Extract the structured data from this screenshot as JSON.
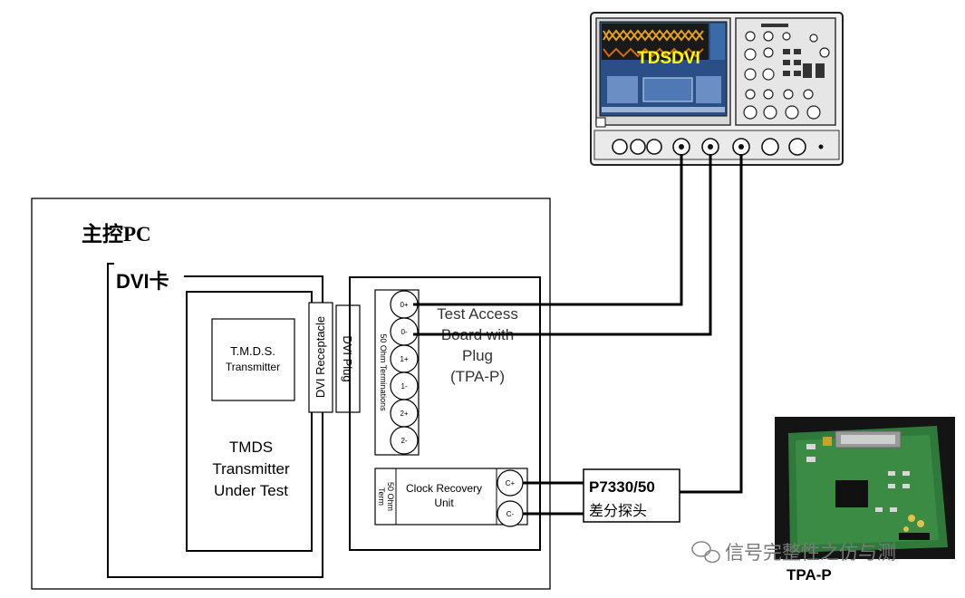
{
  "pc": {
    "title": "主控PC"
  },
  "dvi_card": {
    "label": "DVI卡"
  },
  "tmds_transmitter": {
    "line1": "T.M.D.S.",
    "line2": "Transmitter"
  },
  "tmds_under_test": {
    "line1": "TMDS",
    "line2": "Transmitter",
    "line3": "Under Test"
  },
  "dvi_receptacle": {
    "label": "DVI Receptacle"
  },
  "dvi_plug": {
    "label": "DVI Plug"
  },
  "terminations": {
    "label": "50 Ohm Terminations",
    "pins": [
      "0+",
      "0-",
      "1+",
      "1-",
      "2+",
      "2-"
    ]
  },
  "tpa_board": {
    "line1": "Test Access",
    "line2": "Board with",
    "line3": "Plug",
    "line4": "(TPA-P)"
  },
  "clock_recovery": {
    "term_label1": "50 Ohm",
    "term_label2": "Term",
    "line1": "Clock Recovery",
    "line2": "Unit",
    "pins": [
      "C+",
      "C-"
    ]
  },
  "probe": {
    "model": "P7330/50",
    "name": "差分探头"
  },
  "scope": {
    "label": "TDSDVI"
  },
  "photo": {
    "caption": "TPA-P"
  },
  "watermark": {
    "text": "信号完整性之仿与测"
  }
}
